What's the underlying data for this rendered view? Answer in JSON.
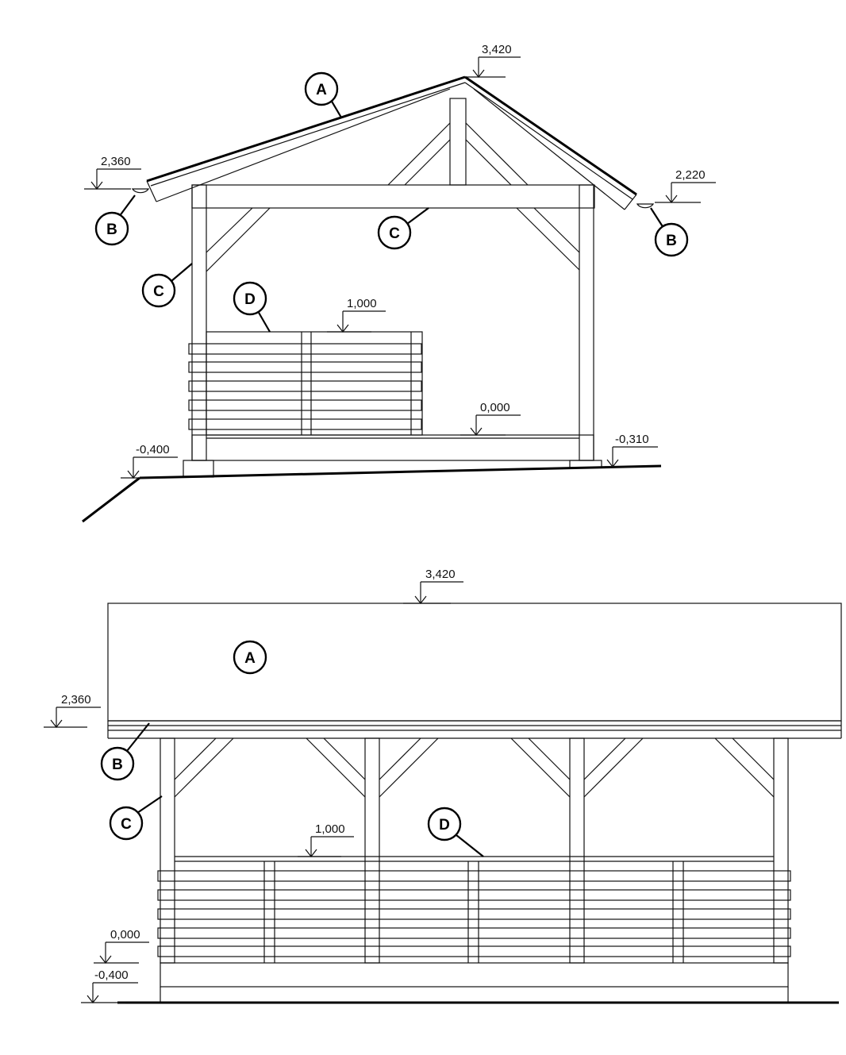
{
  "markers": {
    "a": "A",
    "b": "B",
    "c": "C",
    "d": "D"
  },
  "levels": {
    "ridge": "3,420",
    "eave_left": "2,360",
    "eave_right": "2,220",
    "rail_top": "1,000",
    "floor": "0,000",
    "ground_left": "-0,400",
    "ground_right": "-0,310"
  }
}
